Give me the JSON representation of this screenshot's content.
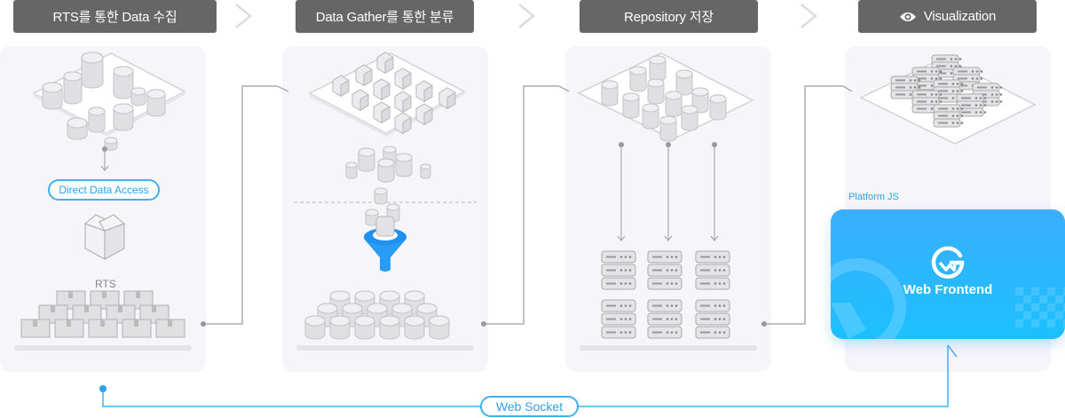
{
  "steps": [
    {
      "label": "RTS를 통한 Data 수집",
      "icon": null
    },
    {
      "label": "Data Gather를 통한 분류",
      "icon": null
    },
    {
      "label": "Repository 저장",
      "icon": null
    },
    {
      "label": "Visualization",
      "icon": "eye-icon"
    }
  ],
  "panel1": {
    "access_label": "Direct Data Access",
    "rts_label": "RTS"
  },
  "panel4": {
    "platform_label": "Platform JS",
    "frontend_label": "Web Frontend"
  },
  "connector": {
    "websocket_label": "Web Socket"
  },
  "colors": {
    "header_bg": "#666666",
    "accent_blue": "#3fb0f0",
    "panel_bg": "#f5f5fa",
    "line_gray": "#9a9a9a"
  }
}
